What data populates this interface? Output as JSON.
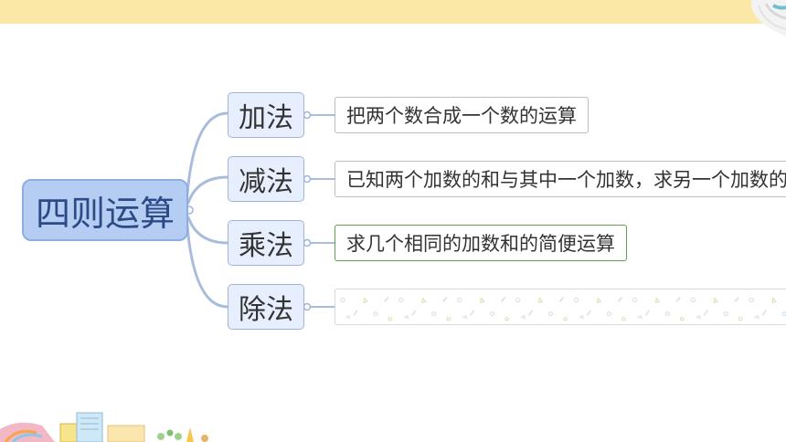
{
  "mindmap": {
    "root": {
      "label": "四则运算"
    },
    "branches": [
      {
        "label": "加法",
        "description": "把两个数合成一个数的运算"
      },
      {
        "label": "减法",
        "description": "已知两个加数的和与其中一个加数，求另一个加数的运算"
      },
      {
        "label": "乘法",
        "description": "求几个相同的加数和的简便运算"
      },
      {
        "label": "除法",
        "description": ""
      }
    ]
  },
  "colors": {
    "top_bar": "#fbe8a6",
    "root_fill": "#b5cdf2",
    "root_text": "#2c4a86",
    "branch_fill": "#e7efff",
    "connector": "#a9bcdc",
    "selected_border": "#5aa34a"
  }
}
